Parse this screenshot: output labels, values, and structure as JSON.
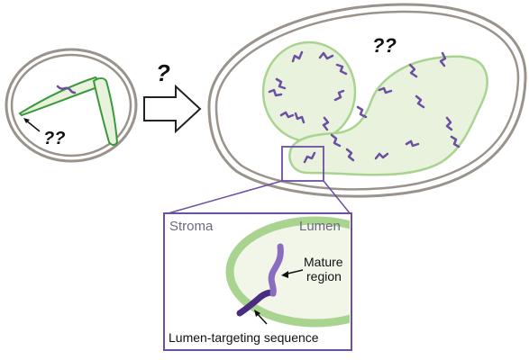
{
  "labels": {
    "left_question": "??",
    "arrow_question": "?",
    "right_question": "??",
    "stroma": "Stroma",
    "lumen": "Lumen",
    "mature_line1": "Mature",
    "mature_line2": "region",
    "lumen_targeting": "Lumen-targeting sequence"
  },
  "colors": {
    "envelope": "#9a938b",
    "thylakoid_fill": "#e9f2dc",
    "thylakoid_stroke_dark": "#3a9a3a",
    "thylakoid_stroke_light": "#a9d48f",
    "protein": "#6b4fa3",
    "protein_dark": "#4a2d7f",
    "zoom_box": "#6b4fa3",
    "text": "#111111"
  }
}
